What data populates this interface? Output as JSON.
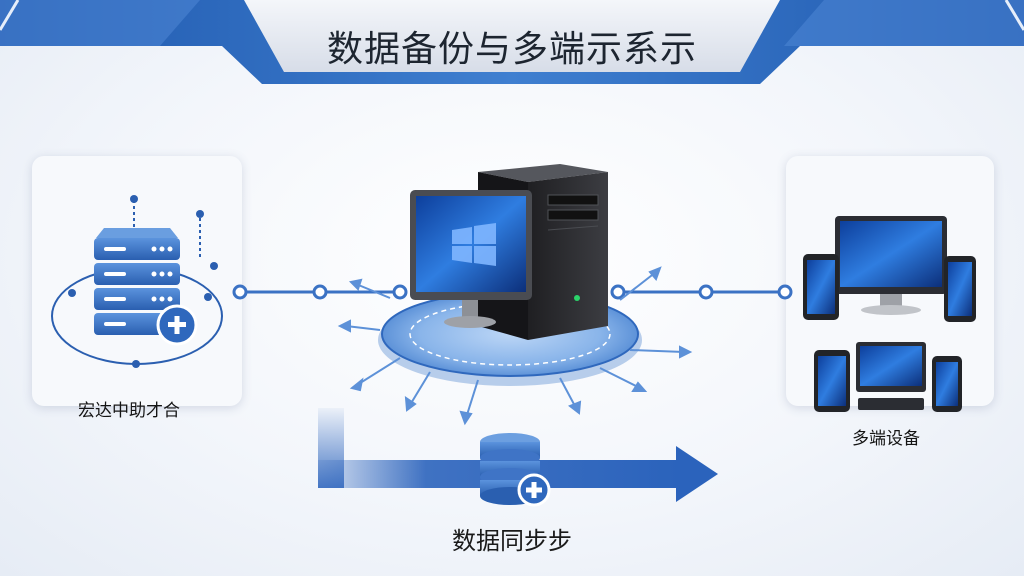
{
  "title": "数据备份与多端示系示",
  "nodes": {
    "left": {
      "label": "宏达中助才合",
      "icon": "server-plus-icon"
    },
    "center": {
      "icon": "desktop-computer-icon"
    },
    "right": {
      "label": "多端设备",
      "icon": "multi-device-icon"
    }
  },
  "sync": {
    "label": "数据同步步",
    "icon": "database-plus-icon"
  },
  "colors": {
    "accent": "#2f6cc4",
    "dark": "#1f4f9a",
    "banner": "#2a64b8"
  }
}
